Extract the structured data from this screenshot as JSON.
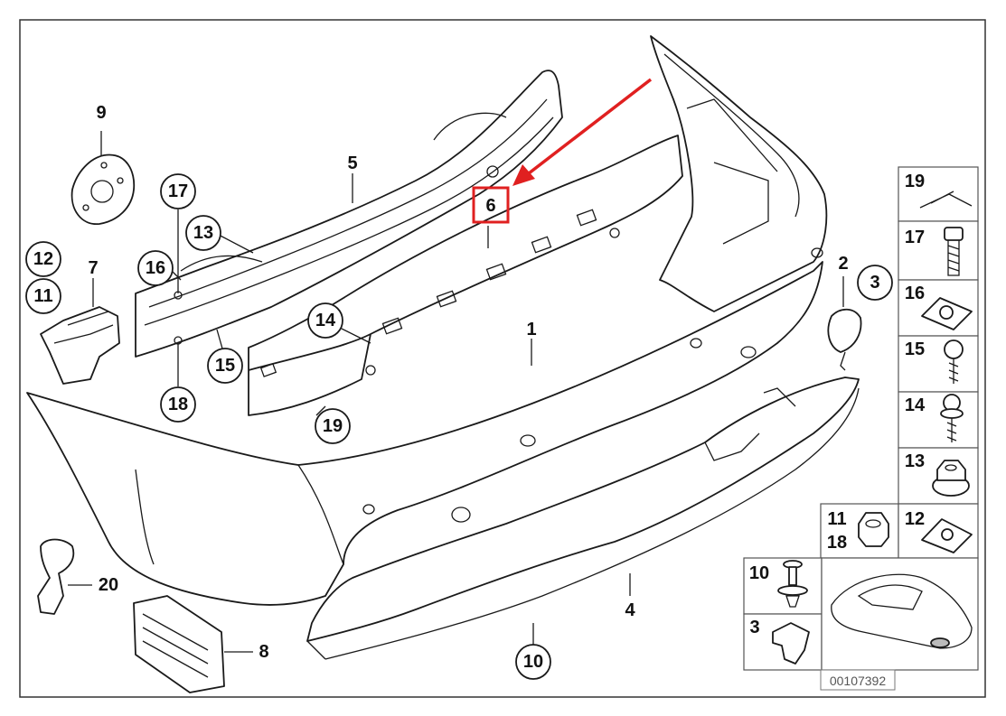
{
  "diagram": {
    "callouts": {
      "c1": "1",
      "c2": "2",
      "c3": "3",
      "c4": "4",
      "c5": "5",
      "c6": "6",
      "c7": "7",
      "c8": "8",
      "c9": "9",
      "c10": "10",
      "c11": "11",
      "c12": "12",
      "c13": "13",
      "c14": "14",
      "c15": "15",
      "c16": "16",
      "c17": "17",
      "c18": "18",
      "c19": "19",
      "c20": "20"
    },
    "legend": {
      "r19": "19",
      "r17": "17",
      "r16": "16",
      "r15": "15",
      "r14": "14",
      "r13": "13",
      "r11": "11",
      "r18": "18",
      "r12": "12",
      "r10": "10",
      "r3": "3"
    },
    "reference_number": "00107392",
    "highlight_color": "#e02020"
  }
}
